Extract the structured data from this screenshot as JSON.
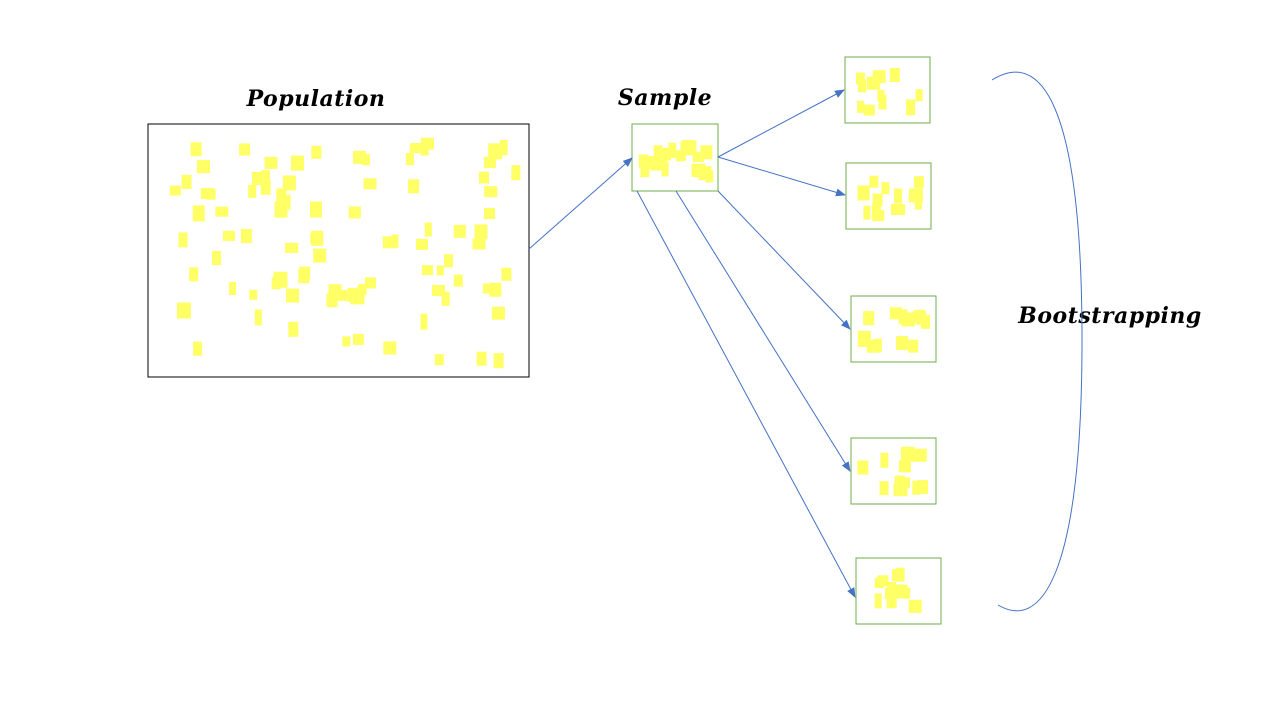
{
  "labels": {
    "population": "Population",
    "sample": "Sample",
    "bootstrapping": "Bootstrapping"
  },
  "colors": {
    "dot": "#ffff66",
    "population_border": "#000000",
    "sample_border": "#70ad47",
    "arrow": "#4472c4",
    "background": "#ffffff"
  }
}
